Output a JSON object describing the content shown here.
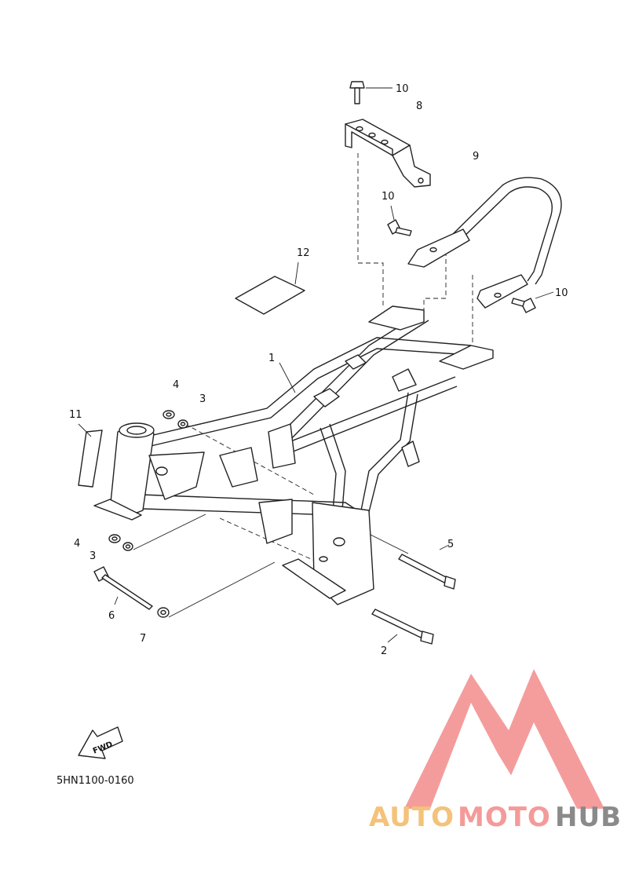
{
  "diagram": {
    "part_labels": [
      {
        "id": "p1",
        "text": "1"
      },
      {
        "id": "p2",
        "text": "2"
      },
      {
        "id": "p3a",
        "text": "3"
      },
      {
        "id": "p3b",
        "text": "3"
      },
      {
        "id": "p4a",
        "text": "4"
      },
      {
        "id": "p4b",
        "text": "4"
      },
      {
        "id": "p5",
        "text": "5"
      },
      {
        "id": "p6",
        "text": "6"
      },
      {
        "id": "p7",
        "text": "7"
      },
      {
        "id": "p8",
        "text": "8"
      },
      {
        "id": "p9",
        "text": "9"
      },
      {
        "id": "p10a",
        "text": "10"
      },
      {
        "id": "p10b",
        "text": "10"
      },
      {
        "id": "p10c",
        "text": "10"
      },
      {
        "id": "p11",
        "text": "11"
      },
      {
        "id": "p12",
        "text": "12"
      }
    ],
    "fwd_arrow_text": "FWD",
    "diagram_code": "5HN1100-0160"
  },
  "watermark": {
    "part1": "AUTO",
    "part2": "MOTO",
    "part3": "HUB",
    "colors": {
      "auto": "#f4c27a",
      "moto": "#f49a9a",
      "hub": "#8a8a8a",
      "logo": "#f38b8b"
    }
  }
}
